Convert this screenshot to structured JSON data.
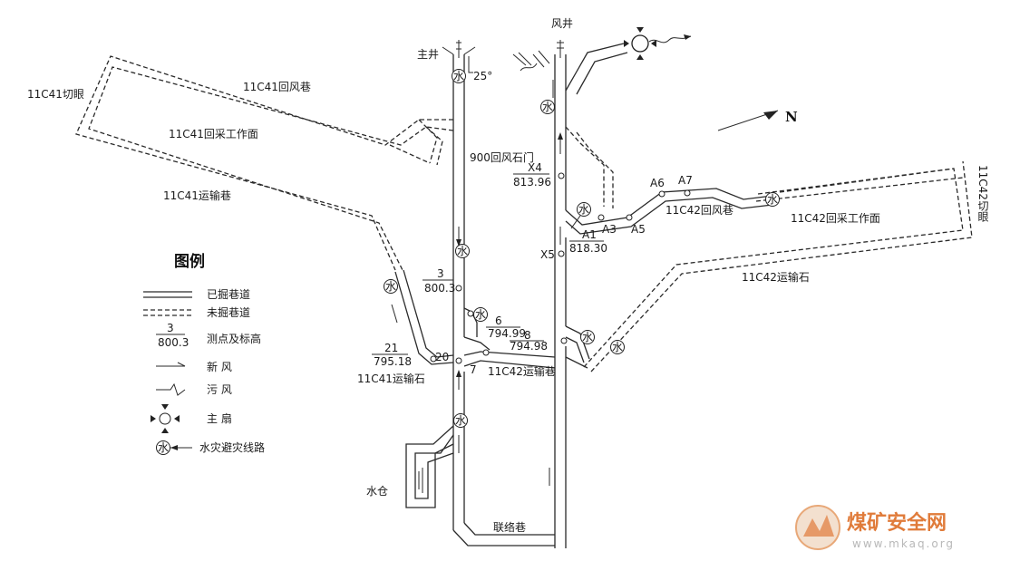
{
  "shafts": {
    "main": "主井",
    "main_angle": "25°",
    "air": "风井"
  },
  "roadways": {
    "c41_cut": "11C41切眼",
    "c41_return": "11C41回风巷",
    "c41_face": "11C41回采工作面",
    "c41_haul": "11C41运输巷",
    "c41_haul_rock": "11C41运输石",
    "c42_cut": "11C42切眼",
    "c42_return": "11C42回风巷",
    "c42_face": "11C42回采工作面",
    "c42_haul_rock": "11C42运输石",
    "c42_haul": "11C42运输巷",
    "return_door": "900回风石门",
    "sump": "水仓",
    "link": "联络巷"
  },
  "points": {
    "x4_id": "X4",
    "x4_elev": "813.96",
    "a1_id": "A1",
    "a1_elev": "818.30",
    "a3": "A3",
    "a5": "A5",
    "a6": "A6",
    "a7": "A7",
    "x5": "X5",
    "p3_id": "3",
    "p3_elev": "800.3",
    "p6_id": "6",
    "p6_elev": "794.99",
    "p8_id": "8",
    "p8_elev": "794.98",
    "p21_id": "21",
    "p21_elev": "795.18",
    "p20": "20",
    "p7": "7"
  },
  "north": "N",
  "water_symbol": "水",
  "legend": {
    "title": "图例",
    "items": [
      {
        "label": "已掘巷道"
      },
      {
        "label": "未掘巷道"
      },
      {
        "label": "测点及标高",
        "sample_id": "3",
        "sample_elev": "800.3"
      },
      {
        "label": "新   风"
      },
      {
        "label": "污   风"
      },
      {
        "label": "主   扇"
      },
      {
        "label": "水灾避灾线路"
      }
    ]
  },
  "watermark": {
    "name": "煤矿安全网",
    "url": "www.mkaq.org"
  }
}
